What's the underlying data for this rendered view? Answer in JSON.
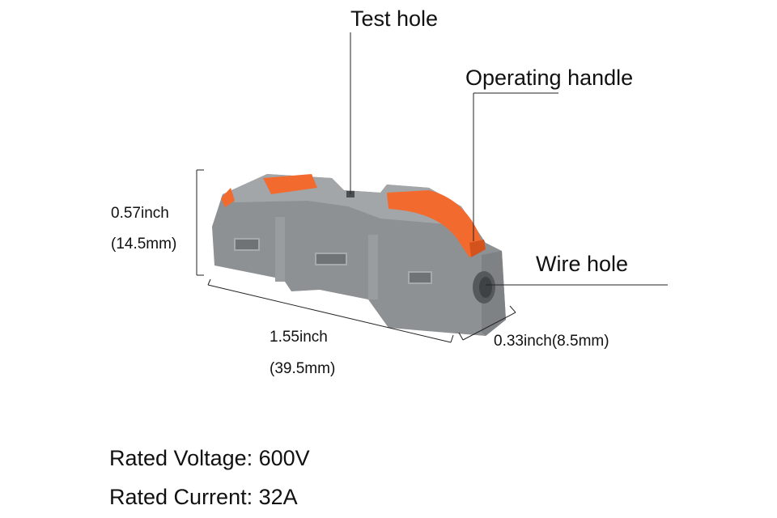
{
  "callouts": {
    "test_hole": "Test hole",
    "operating_handle": "Operating handle",
    "wire_hole": "Wire hole"
  },
  "dimensions": {
    "height_in": "0.57inch",
    "height_mm": "(14.5mm)",
    "length_in": "1.55inch",
    "length_mm": "(39.5mm)",
    "width": "0.33inch(8.5mm)"
  },
  "specs": {
    "voltage": "Rated Voltage: 600V",
    "current": "Rated Current: 32A"
  },
  "colors": {
    "body": "#8f9295",
    "handle": "#f26a2e"
  }
}
